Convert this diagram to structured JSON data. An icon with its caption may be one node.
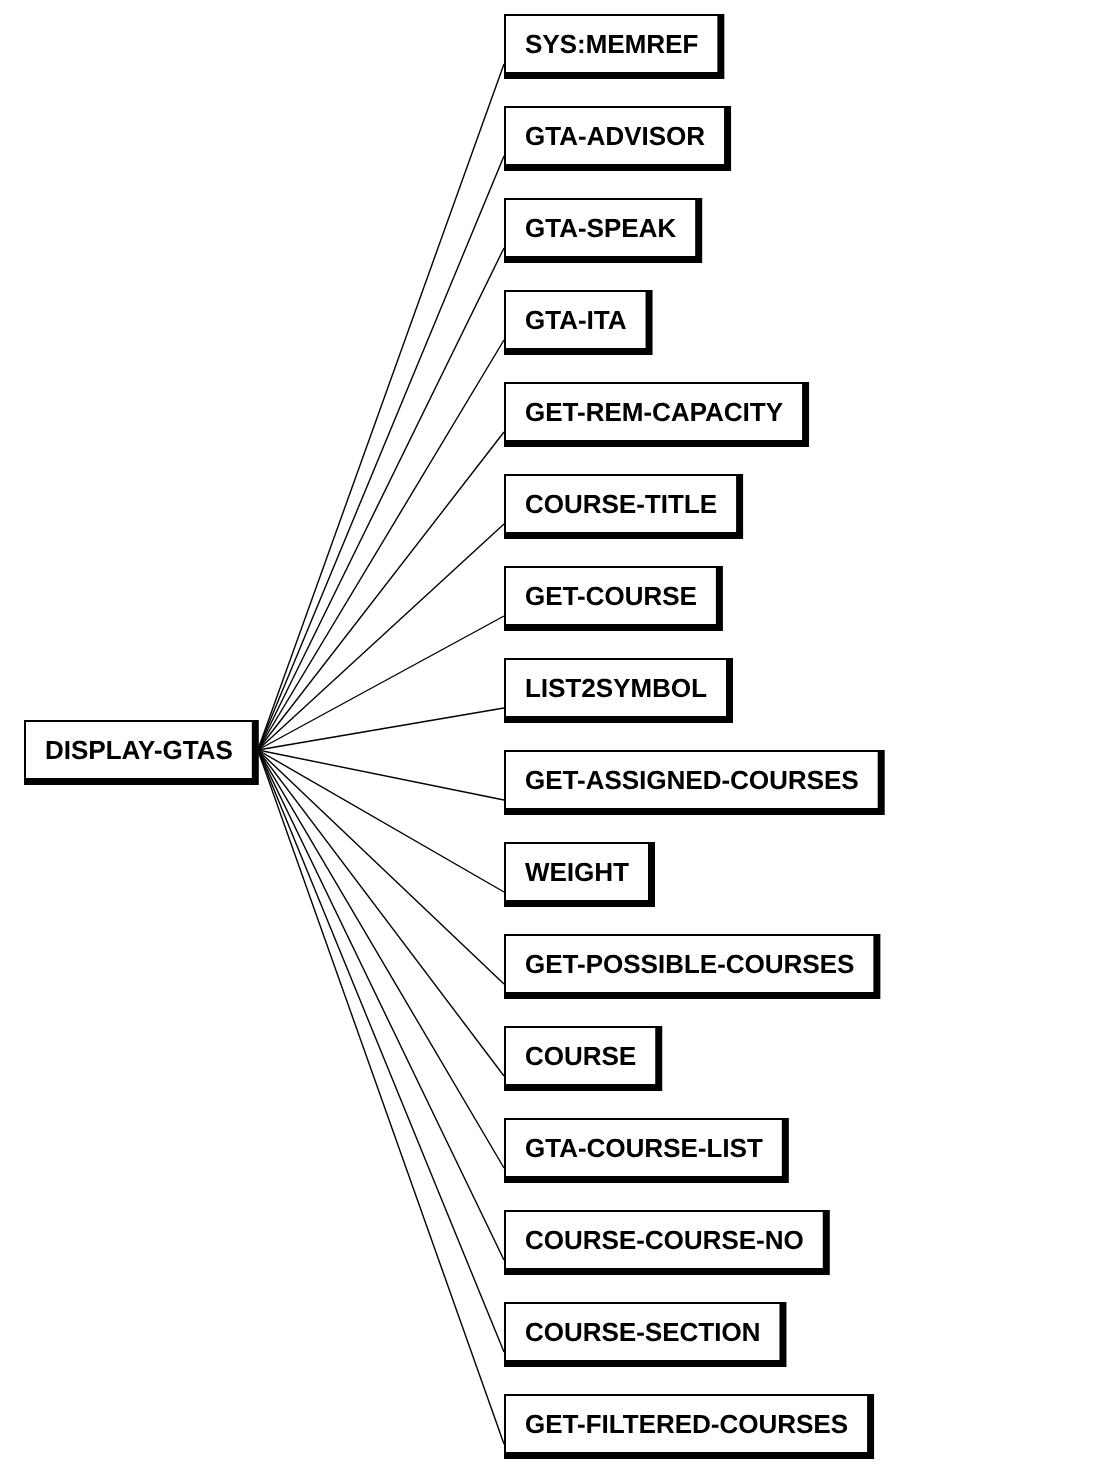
{
  "diagram": {
    "nodes": [
      {
        "text": [
          "DISPLAY-GTAS"
        ]
      },
      {
        "text": [
          "SYS:MEMREF"
        ]
      },
      {
        "text": [
          "GTA-ADVISOR"
        ]
      },
      {
        "text": [
          "GTA-SPEAK"
        ]
      },
      {
        "text": [
          "GTA-ITA"
        ]
      },
      {
        "text": [
          "GET-REM-CAPACITY"
        ]
      },
      {
        "text": [
          "COURSE-TITLE"
        ]
      },
      {
        "text": [
          "GET-COURSE"
        ]
      },
      {
        "text": [
          "LIST2SYMBOL"
        ]
      },
      {
        "text": [
          "GET-ASSIGNED-COURSES"
        ]
      },
      {
        "text": [
          "WEIGHT"
        ]
      },
      {
        "text": [
          "GET-POSSIBLE-COURSES"
        ]
      },
      {
        "text": [
          "COURSE"
        ]
      },
      {
        "text": [
          "GTA-COURSE-LIST"
        ]
      },
      {
        "text": [
          "COURSE-COURSE-NO"
        ]
      },
      {
        "text": [
          "COURSE-SECTION"
        ]
      },
      {
        "text": [
          "GET-FILTERED-COURSES"
        ]
      }
    ],
    "edges": [
      {
        "from": 0,
        "to": 1,
        "arrow": "none"
      },
      {
        "from": 0,
        "to": 2,
        "arrow": "none"
      },
      {
        "from": 0,
        "to": 3,
        "arrow": "none"
      },
      {
        "from": 0,
        "to": 4,
        "arrow": "none"
      },
      {
        "from": 0,
        "to": 5,
        "arrow": "none"
      },
      {
        "from": 0,
        "to": 6,
        "arrow": "none"
      },
      {
        "from": 0,
        "to": 7,
        "arrow": "none"
      },
      {
        "from": 0,
        "to": 8,
        "arrow": "none"
      },
      {
        "from": 0,
        "to": 9,
        "arrow": "none"
      },
      {
        "from": 0,
        "to": 10,
        "arrow": "none"
      },
      {
        "from": 0,
        "to": 11,
        "arrow": "none"
      },
      {
        "from": 0,
        "to": 12,
        "arrow": "none"
      },
      {
        "from": 0,
        "to": 13,
        "arrow": "none"
      },
      {
        "from": 0,
        "to": 14,
        "arrow": "none"
      },
      {
        "from": 0,
        "to": 15,
        "arrow": "none"
      },
      {
        "from": 0,
        "to": 16,
        "arrow": "none"
      }
    ]
  }
}
